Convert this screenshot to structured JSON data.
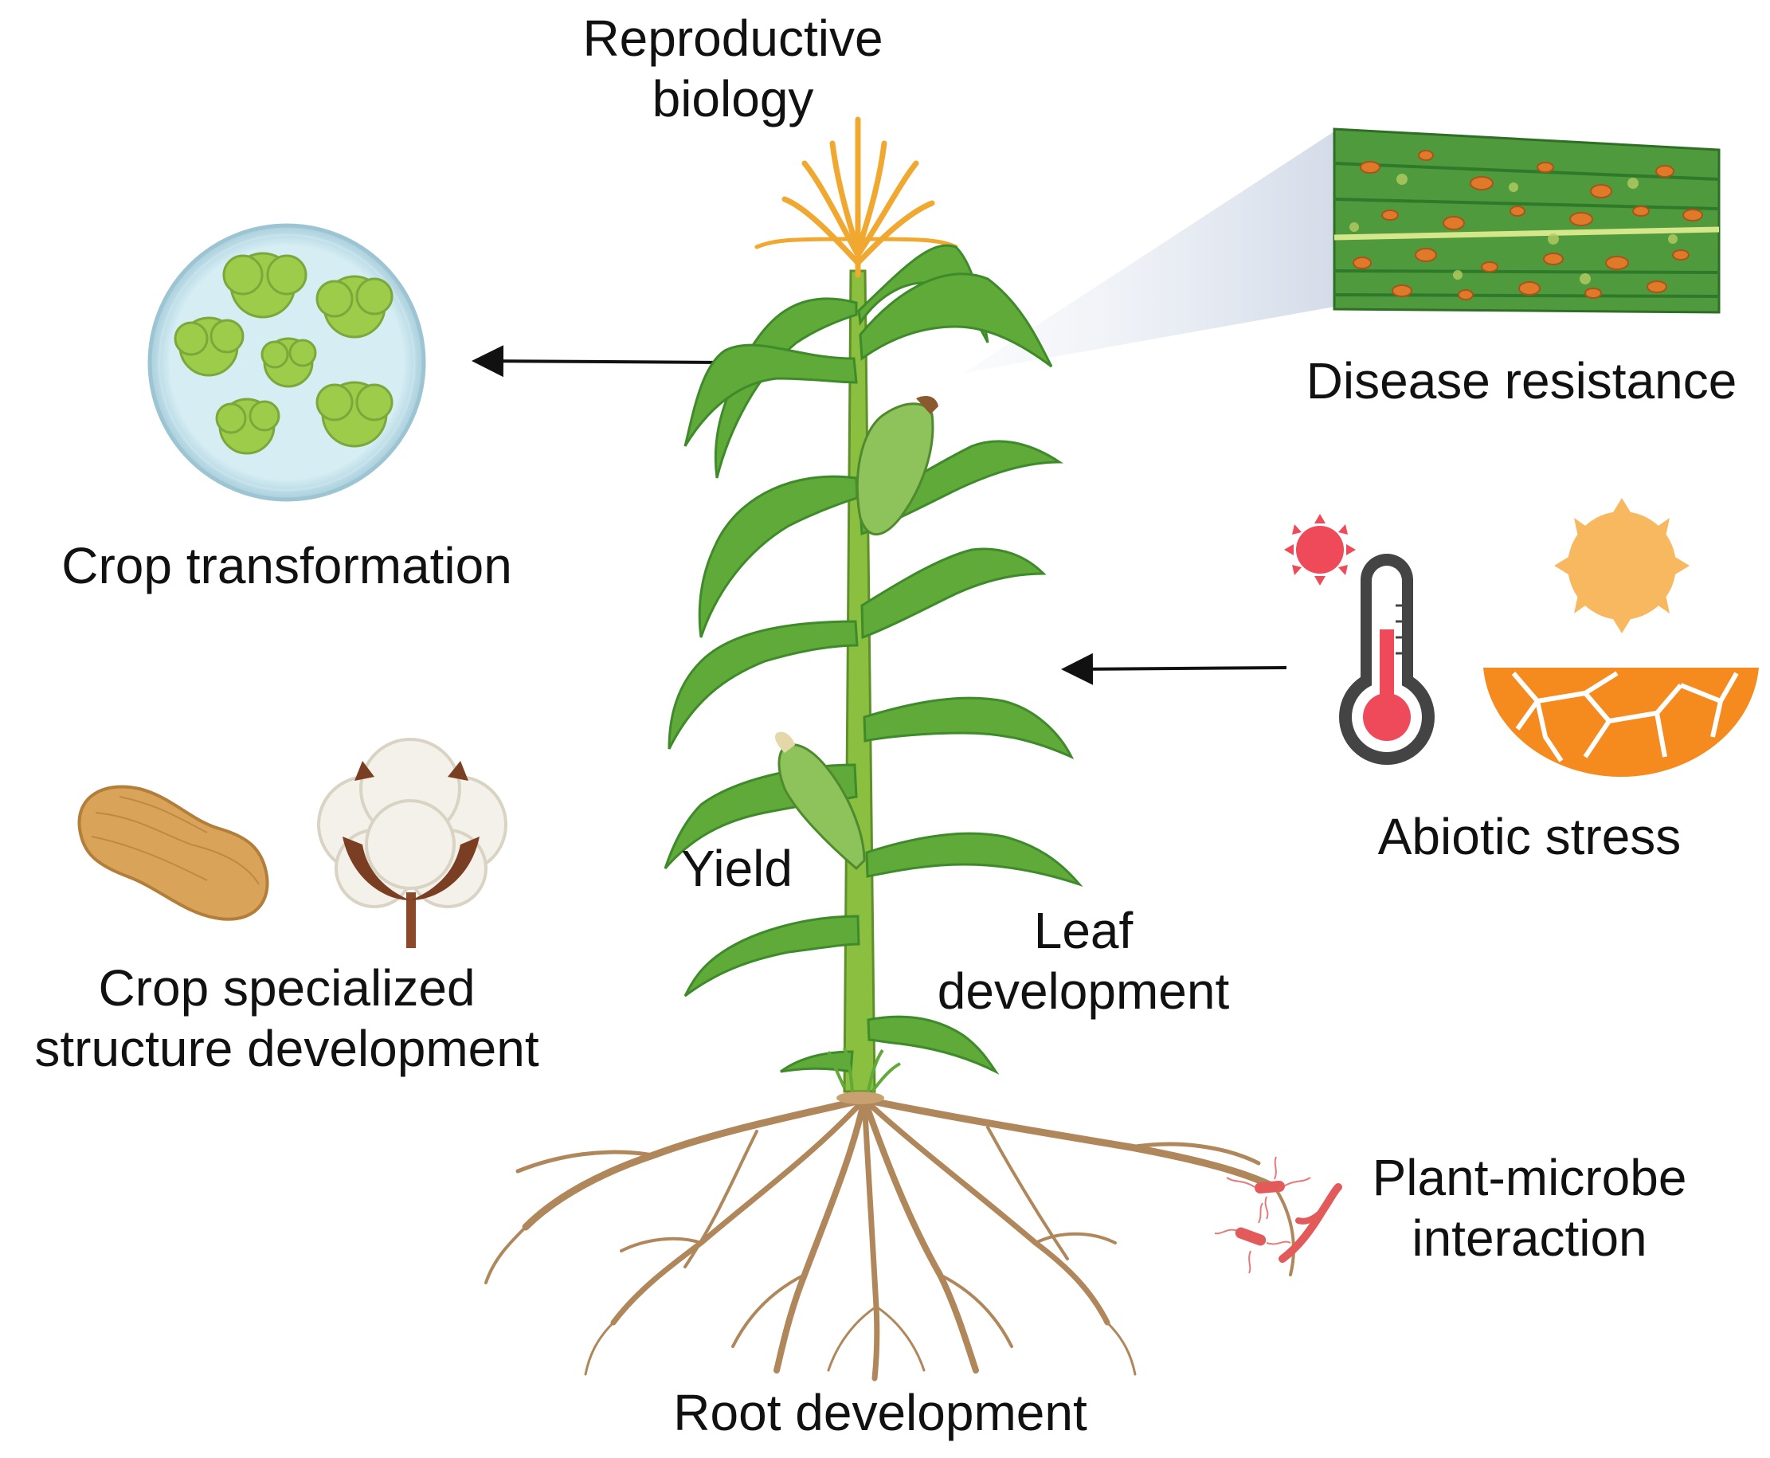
{
  "labels": {
    "reproductive": "Reproductive\nbiology",
    "disease": "Disease resistance",
    "transformation": "Crop transformation",
    "abiotic": "Abiotic stress",
    "yield": "Yield",
    "leaf": "Leaf\ndevelopment",
    "specialized": "Crop specialized\nstructure development",
    "microbe": "Plant-microbe\ninteraction",
    "root": "Root development"
  },
  "icons": {
    "plant": "maize-plant-icon",
    "petri": "petri-dish-icon",
    "leaf": "diseased-leaf-icon",
    "thermometer": "thermometer-icon",
    "sun": "sun-icon",
    "soil": "cracked-soil-icon",
    "peanut": "peanut-icon",
    "cotton": "cotton-boll-icon",
    "microbe": "bacteria-icon"
  },
  "colors": {
    "plant_green": "#5faa38",
    "leaf_dark": "#3f8a2a",
    "stalk": "#8bbf3f",
    "tassel": "#f0a830",
    "root": "#b0875a",
    "callus": "#9ccc4a",
    "dish": "#d8eef5",
    "disease_spot": "#e07a2a",
    "heat_red": "#ee4a5a",
    "sun_yellow": "#f8b860",
    "soil_orange": "#f58a1e",
    "peanut": "#d9a45a",
    "cotton_white": "#f4f1ea",
    "cotton_husk": "#7a3f22",
    "microbe": "#e25a5a",
    "arrow": "#111111"
  }
}
